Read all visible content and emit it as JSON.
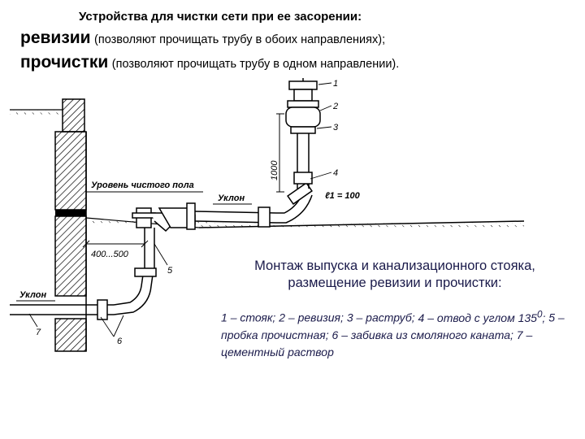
{
  "heading": "Устройства для чистки сети при ее засорении:",
  "terms": [
    {
      "term": "ревизии",
      "description": "(позволяют прочищать трубу в обоих направлениях);"
    },
    {
      "term": "прочистки",
      "description": "(позволяют прочищать трубу в одном  направлении)."
    }
  ],
  "drawing": {
    "labels": {
      "floor_level": "Уровень чистого пола",
      "slope_upper": "Уклон",
      "slope_lower": "Уклон",
      "dimension_height": "1000",
      "dimension_gap": "400...500",
      "slope_value": "ℓ1 = 100"
    },
    "callouts": [
      "1",
      "2",
      "3",
      "4",
      "5",
      "6",
      "7"
    ]
  },
  "caption": {
    "title": "Монтаж выпуска и канализационного стояка, размещение ревизии и прочистки:",
    "legend": [
      {
        "num": "1",
        "text": "– стояк;"
      },
      {
        "num": "2",
        "text": "– ревизия;"
      },
      {
        "num": "3",
        "text": "– раструб;"
      },
      {
        "num": "4",
        "text": "– отвод с углом 135",
        "sup": "0",
        "tail": ";"
      },
      {
        "num": "5",
        "text": "– пробка прочистная;"
      },
      {
        "num": "6",
        "text": "– забивка из смоляного каната;"
      },
      {
        "num": "7",
        "text": "– цементный раствор"
      }
    ]
  }
}
